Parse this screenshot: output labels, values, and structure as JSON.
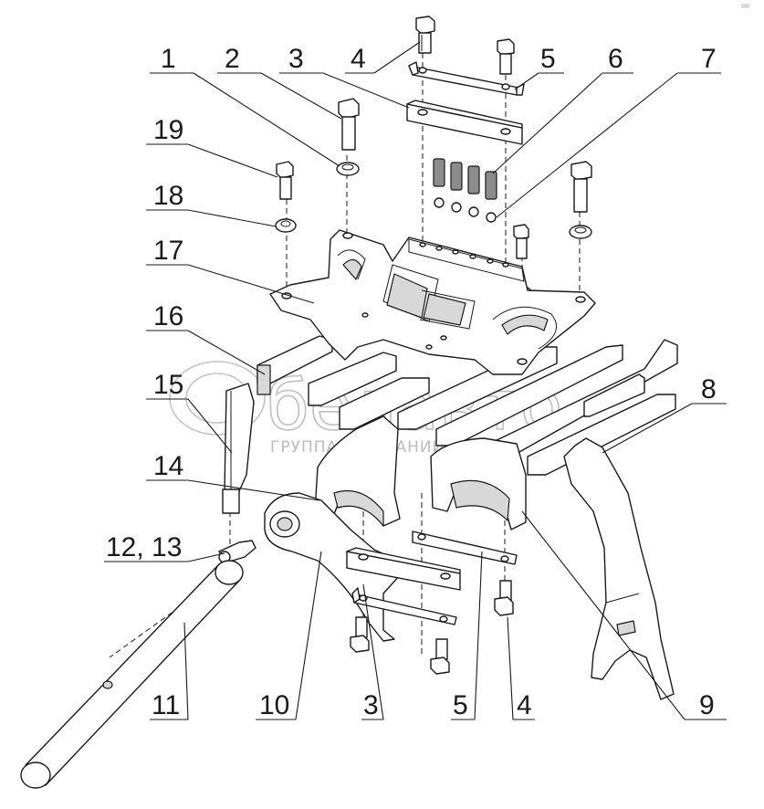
{
  "diagram": {
    "corner_mark": "©®",
    "watermark": {
      "brand": "белавто",
      "subtitle": "ГРУППА КОМПАНИЙ"
    },
    "callouts": [
      {
        "id": "1",
        "text": "1"
      },
      {
        "id": "2",
        "text": "2"
      },
      {
        "id": "3",
        "text": "3"
      },
      {
        "id": "4",
        "text": "4"
      },
      {
        "id": "5",
        "text": "5"
      },
      {
        "id": "6",
        "text": "6"
      },
      {
        "id": "7",
        "text": "7"
      },
      {
        "id": "8",
        "text": "8"
      },
      {
        "id": "9",
        "text": "9"
      },
      {
        "id": "10",
        "text": "10"
      },
      {
        "id": "11",
        "text": "11"
      },
      {
        "id": "12-13",
        "text": "12, 13"
      },
      {
        "id": "14",
        "text": "14"
      },
      {
        "id": "15",
        "text": "15"
      },
      {
        "id": "16",
        "text": "16"
      },
      {
        "id": "17",
        "text": "17"
      },
      {
        "id": "18",
        "text": "18"
      },
      {
        "id": "19",
        "text": "19"
      },
      {
        "id": "3b",
        "text": "3"
      },
      {
        "id": "5b",
        "text": "5"
      },
      {
        "id": "4b",
        "text": "4"
      }
    ]
  }
}
